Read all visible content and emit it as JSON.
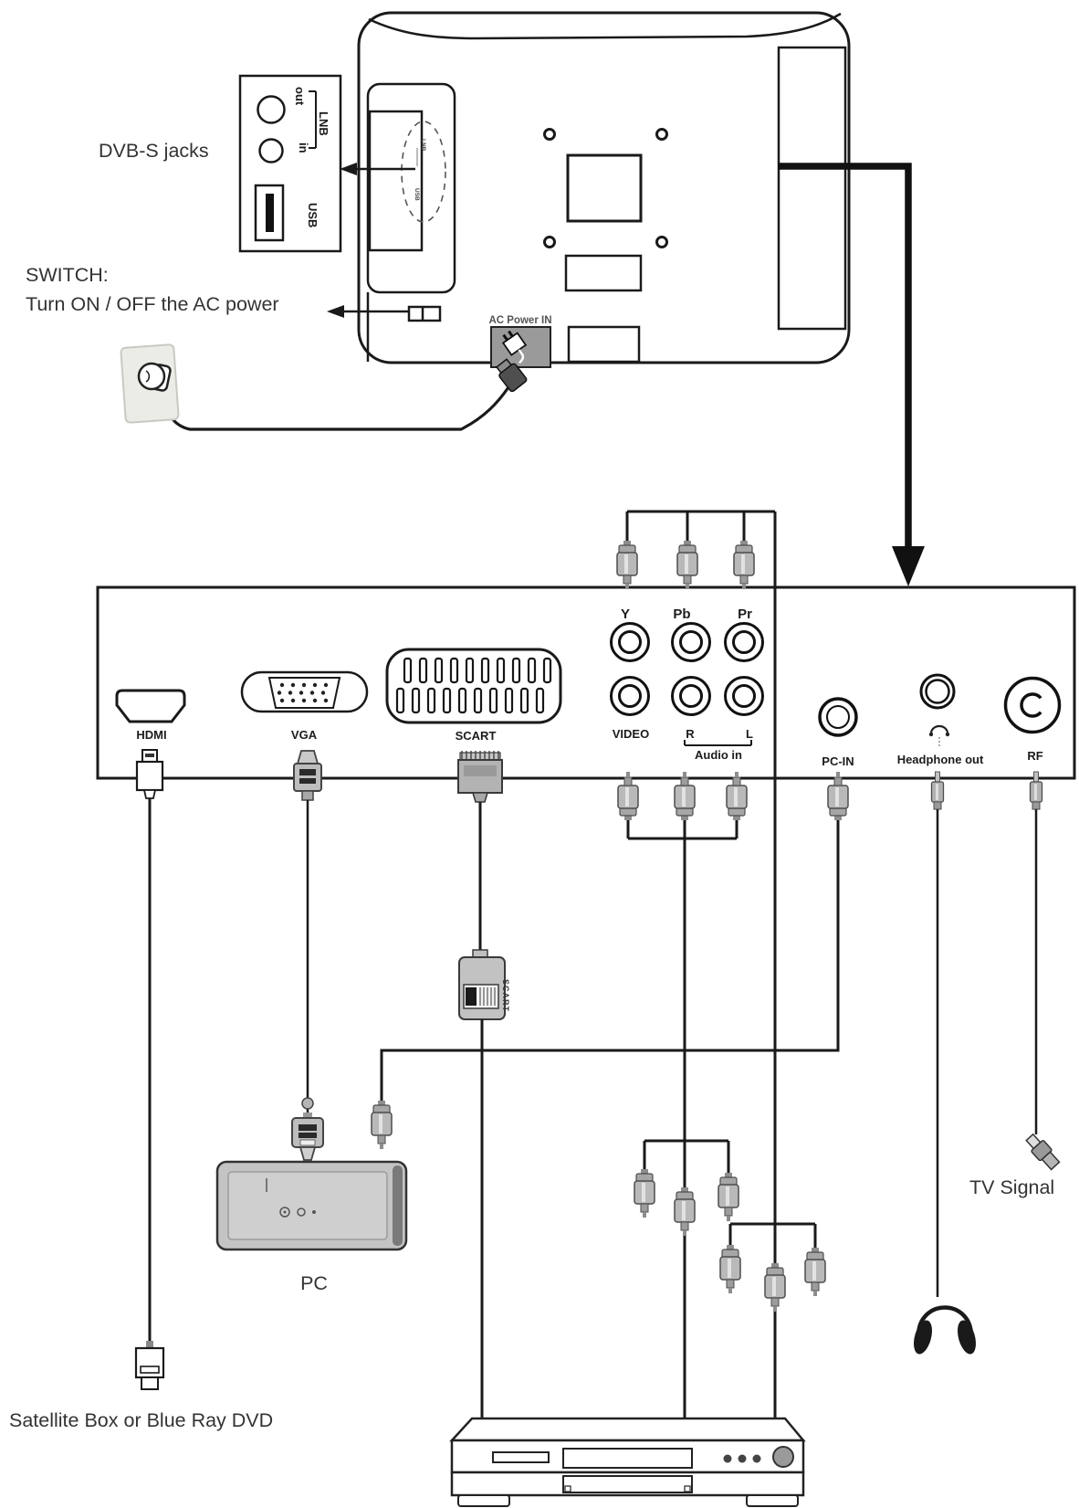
{
  "diagram_labels": {
    "dvbs_jacks": "DVB-S jacks",
    "lnb": "LNB",
    "lnb_out": "out",
    "lnb_in": "in",
    "usb": "USB",
    "switch_title": "SWITCH:",
    "switch_desc": "Turn ON / OFF the AC power",
    "ac_power_in": "AC Power IN",
    "hdmi": "HDMI",
    "vga": "VGA",
    "scart": "SCART",
    "comp_y": "Y",
    "comp_pb": "Pb",
    "comp_pr": "Pr",
    "video": "VIDEO",
    "audio_r": "R",
    "audio_l": "L",
    "audio_in": "Audio in",
    "pc_in": "PC-IN",
    "headphone_out": "Headphone out",
    "rf": "RF",
    "pc": "PC",
    "satellite_box": "Satellite Box or Blue Ray DVD",
    "tv_signal": "TV Signal"
  },
  "colors": {
    "line": "#1a1a1a",
    "connector_gray": "#b9b9b9",
    "ac_box_gray": "#9a9a9a",
    "background": "#ffffff"
  }
}
